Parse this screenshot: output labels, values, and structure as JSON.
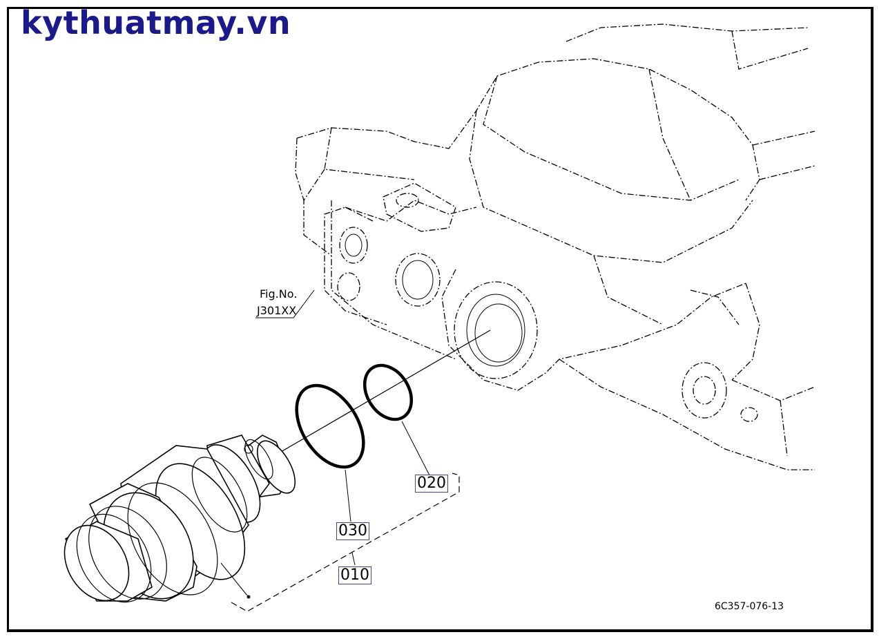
{
  "brand": "kythuatmay.vn",
  "figure_ref": {
    "line1": "Fig.No.",
    "line2": "J301XX"
  },
  "parts": [
    {
      "number": "010"
    },
    {
      "number": "020"
    },
    {
      "number": "030"
    }
  ],
  "drawing_code": "6C357-076-13",
  "colors": {
    "brand": "#1a1a8c",
    "label_border": "#3a4a8c"
  }
}
